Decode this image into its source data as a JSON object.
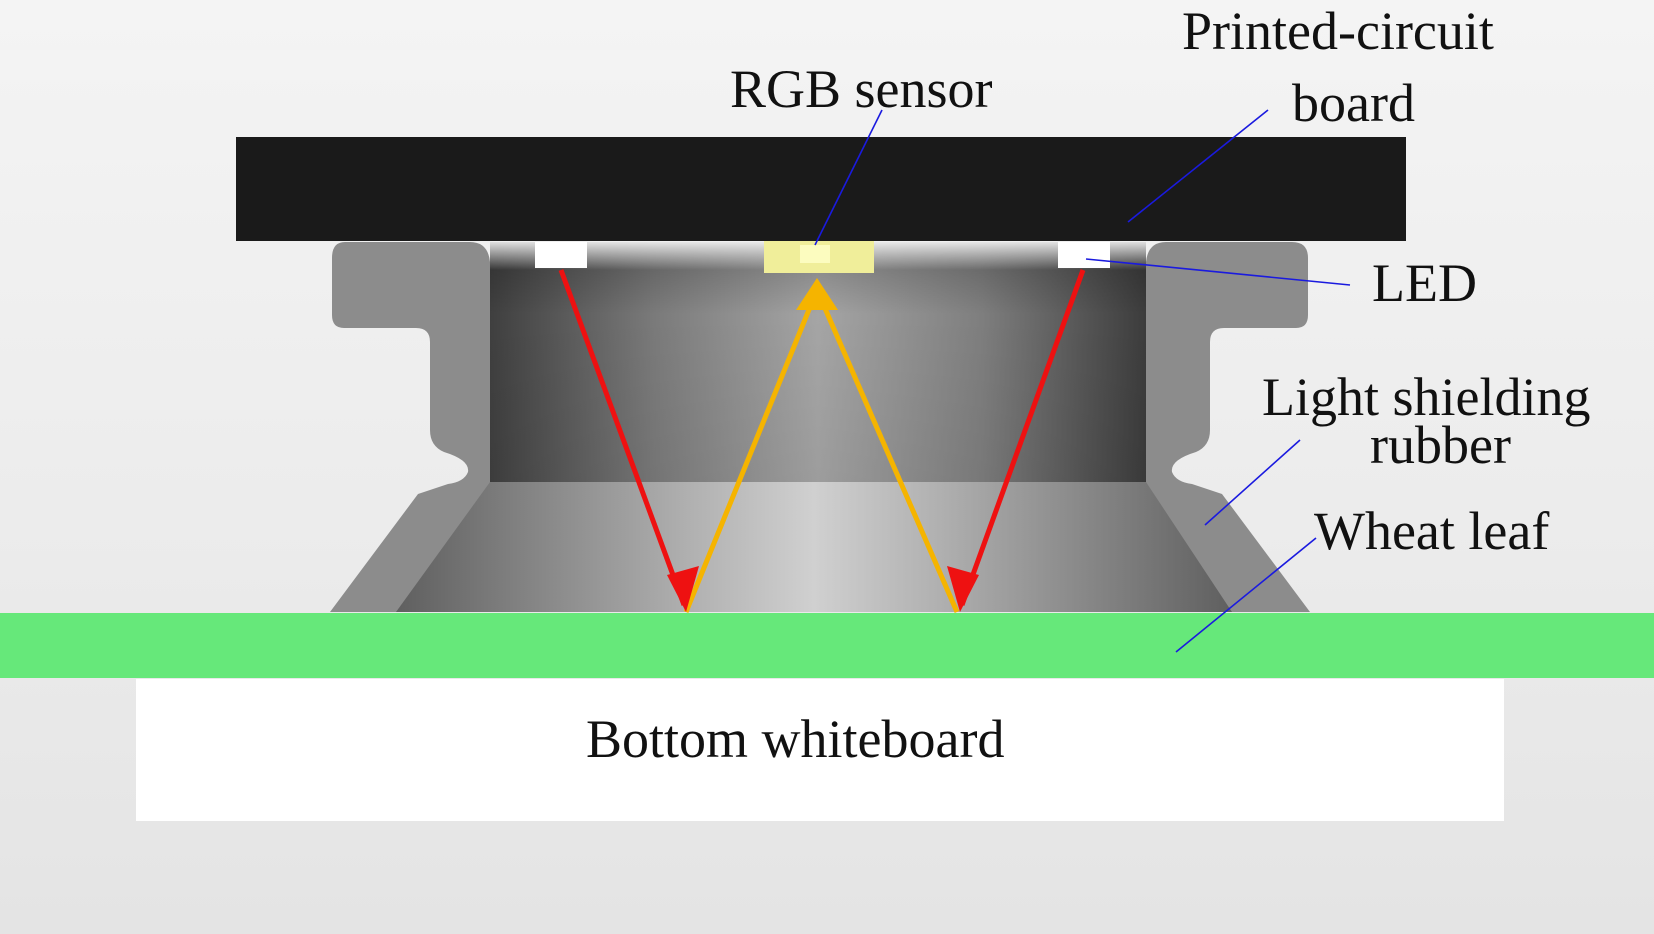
{
  "labels": {
    "rgb_sensor": "RGB sensor",
    "pcb_line1": "Printed-circuit",
    "pcb_line2": "board",
    "led": "LED",
    "rubber_line1": "Light shielding",
    "rubber_line2": "rubber",
    "wheat_leaf": "Wheat leaf",
    "whiteboard": "Bottom whiteboard"
  },
  "colors": {
    "pcb": "#1a1a1a",
    "rubber": "#8c8c8c",
    "leaf": "#66e87a",
    "whiteboard": "#ffffff",
    "emitted_light": "#ee1111",
    "reflected_light": "#f5b400",
    "leader_line": "#1a1adf",
    "sensor": "#f0ee9a",
    "led": "#ffffff"
  }
}
